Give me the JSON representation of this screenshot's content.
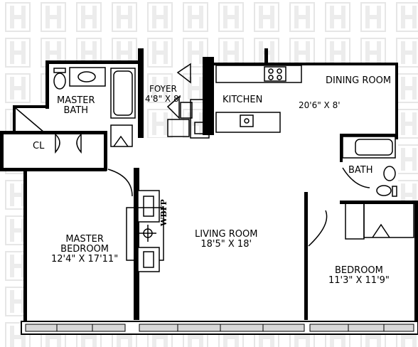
{
  "rooms": {
    "foyer": {
      "name": "FOYER",
      "dim": "4'8\" X 8'"
    },
    "master_bath": {
      "line1": "MASTER",
      "line2": "BATH"
    },
    "kitchen": {
      "name": "KITCHEN"
    },
    "dining": {
      "name": "DINING ROOM",
      "dim": "20'6\" X 8'"
    },
    "closet": {
      "name": "CL"
    },
    "bath": {
      "name": "BATH"
    },
    "master_bedroom": {
      "line1": "MASTER",
      "line2": "BEDROOM",
      "dim": "12'4\" X 17'11\""
    },
    "living": {
      "name": "LIVING ROOM",
      "dim": "18'5\" X 18'"
    },
    "bedroom": {
      "name": "BEDROOM",
      "dim": "11'3\" X 11'9\""
    },
    "fireplace": {
      "name": "WBFP"
    }
  },
  "colors": {
    "wall": "#000000",
    "watermark": "#ececec",
    "window": "#d8d8d8"
  }
}
